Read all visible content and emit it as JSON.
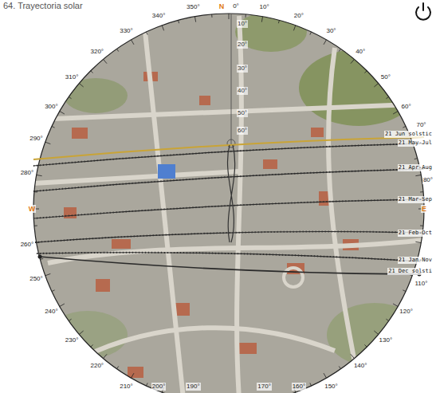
{
  "diagram": {
    "title": "64. Trayectoria solar",
    "labels": [
      "N",
      "0°",
      "10°",
      "20°",
      "30°",
      "40°",
      "50°",
      "60°",
      "70°",
      "80°",
      "E",
      "110°",
      "120°",
      "130°",
      "140°",
      "150°",
      "160°",
      "170°",
      "190°",
      "200°",
      "210°",
      "220°",
      "230°",
      "240°",
      "250°",
      "260°",
      "W",
      "280°",
      "290°",
      "300°",
      "310°",
      "320°",
      "330°",
      "340°",
      "350°",
      "10°",
      "20°",
      "30°",
      "40°",
      "50°",
      "60°",
      "21 Jun solstic",
      "21 May-Jul",
      "21 Apr-Aug",
      "21 Mar-Sep",
      "21 Feb-Oct",
      "21 Jan-Nov",
      "21 Dec solsti"
    ]
  }
}
